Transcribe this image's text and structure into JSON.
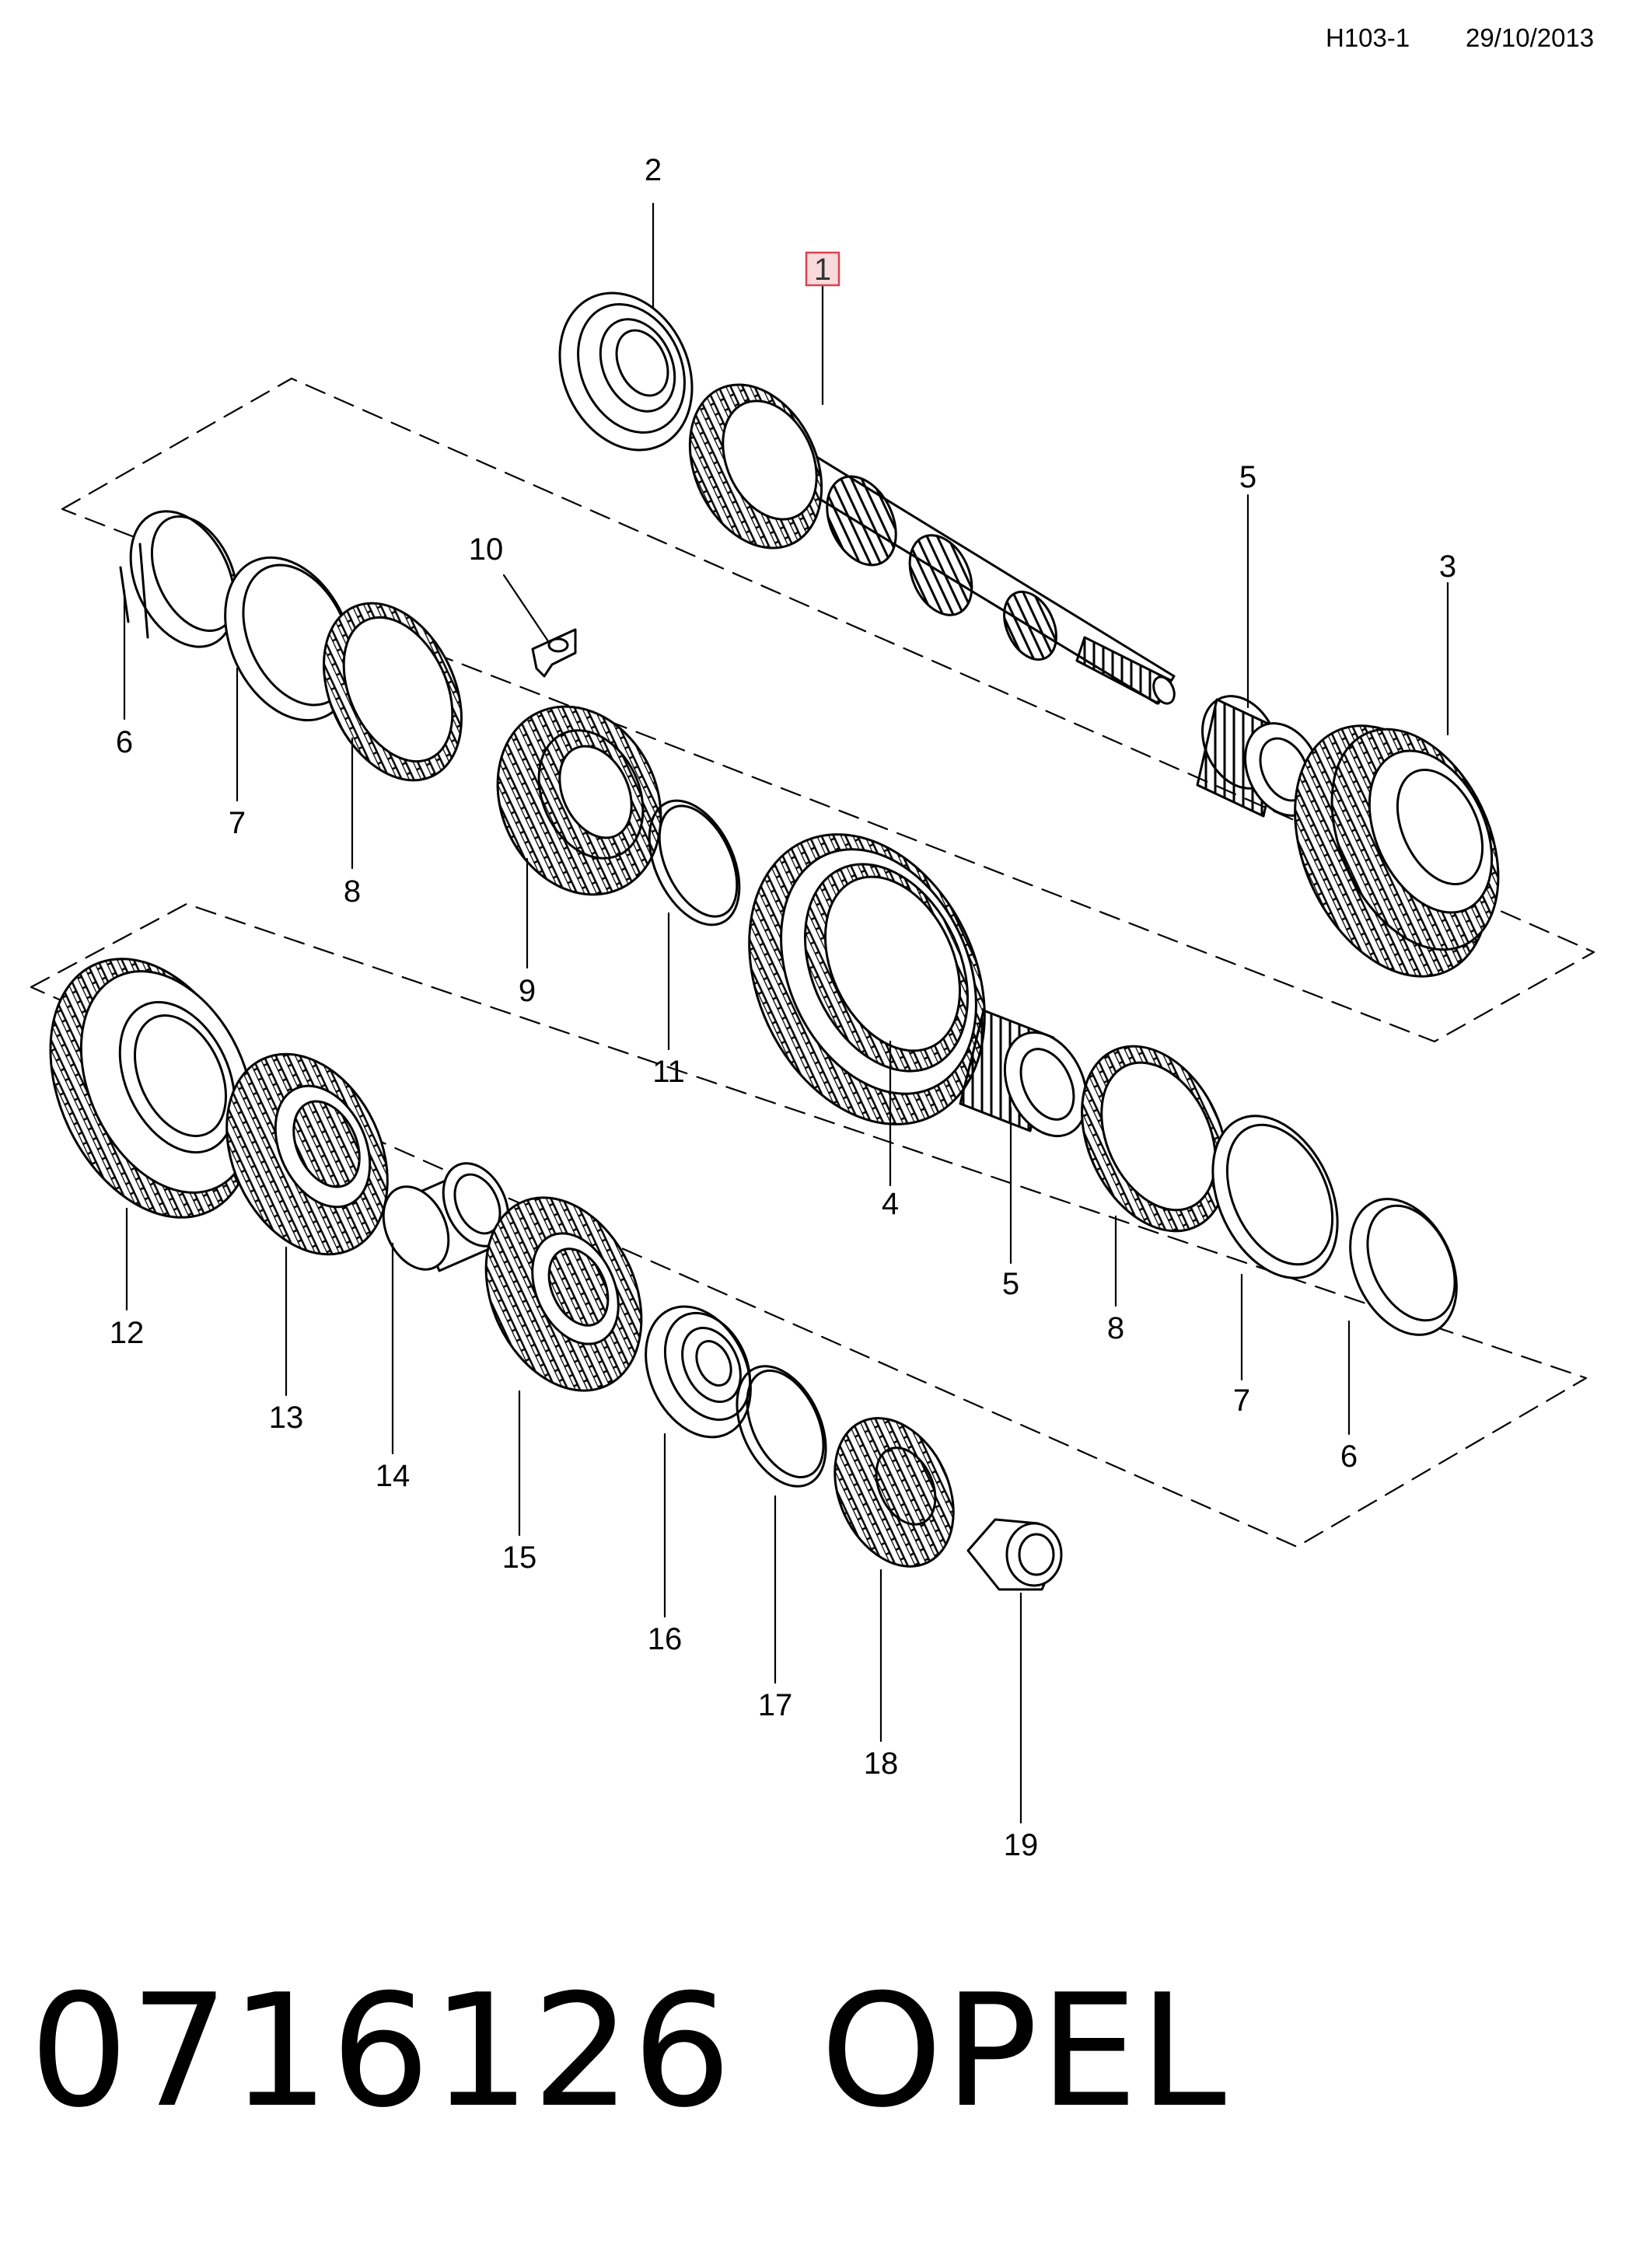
{
  "header": {
    "code": "H103-1",
    "date": "29/10/2013"
  },
  "footer": {
    "part_number": "0716126",
    "brand": "OPEL"
  },
  "highlight_color": "#d9434f",
  "callouts": [
    {
      "id": "c1",
      "label": "1",
      "highlighted": true
    },
    {
      "id": "c2",
      "label": "2"
    },
    {
      "id": "c3",
      "label": "3"
    },
    {
      "id": "c4",
      "label": "4"
    },
    {
      "id": "c5a",
      "label": "5"
    },
    {
      "id": "c5b",
      "label": "5"
    },
    {
      "id": "c6a",
      "label": "6"
    },
    {
      "id": "c6b",
      "label": "6"
    },
    {
      "id": "c7a",
      "label": "7"
    },
    {
      "id": "c7b",
      "label": "7"
    },
    {
      "id": "c8a",
      "label": "8"
    },
    {
      "id": "c8b",
      "label": "8"
    },
    {
      "id": "c9",
      "label": "9"
    },
    {
      "id": "c10",
      "label": "10"
    },
    {
      "id": "c11",
      "label": "11"
    },
    {
      "id": "c12",
      "label": "12"
    },
    {
      "id": "c13",
      "label": "13"
    },
    {
      "id": "c14",
      "label": "14"
    },
    {
      "id": "c15",
      "label": "15"
    },
    {
      "id": "c16",
      "label": "16"
    },
    {
      "id": "c17",
      "label": "17"
    },
    {
      "id": "c18",
      "label": "18"
    },
    {
      "id": "c19",
      "label": "19"
    }
  ]
}
